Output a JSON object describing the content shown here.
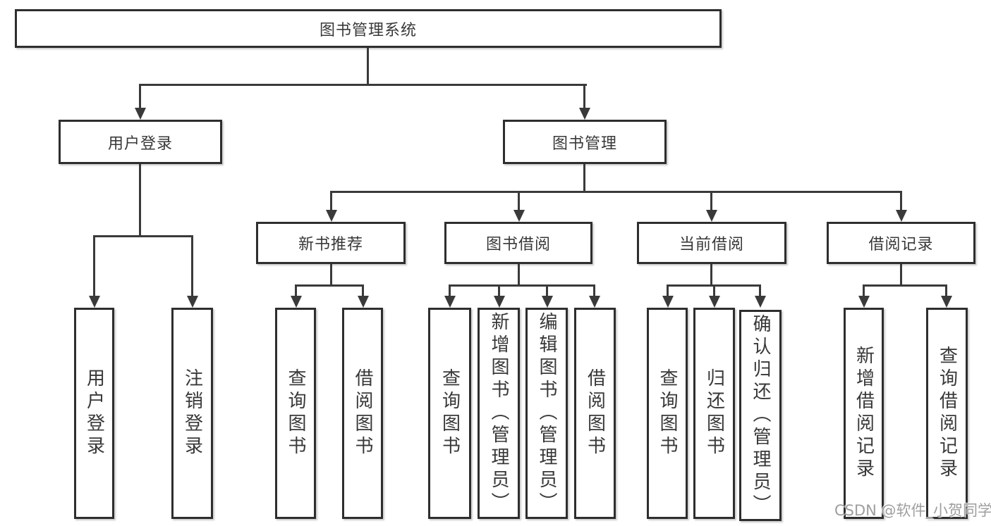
{
  "diagram": {
    "root": {
      "label": "图书管理系统",
      "children": [
        {
          "label": "用户登录",
          "children": [
            {
              "label": "用户登录"
            },
            {
              "label": "注销登录"
            }
          ]
        },
        {
          "label": "图书管理",
          "children": [
            {
              "label": "新书推荐",
              "children": [
                {
                  "label": "查询图书"
                },
                {
                  "label": "借阅图书"
                }
              ]
            },
            {
              "label": "图书借阅",
              "children": [
                {
                  "label": "查询图书"
                },
                {
                  "label": "新增图书（管理员）"
                },
                {
                  "label": "编辑图书（管理员）"
                },
                {
                  "label": "借阅图书"
                }
              ]
            },
            {
              "label": "当前借阅",
              "children": [
                {
                  "label": "查询图书"
                },
                {
                  "label": "归还图书"
                },
                {
                  "label": "确认归还（管理员）"
                }
              ]
            },
            {
              "label": "借阅记录",
              "children": [
                {
                  "label": "新增借阅记录"
                },
                {
                  "label": "查询借阅记录"
                }
              ]
            }
          ]
        }
      ]
    },
    "watermark": "CSDN @软件_小贺同学"
  },
  "colors": {
    "line": "#3a3a3a",
    "border": "#2e2e2e",
    "text": "#383838",
    "watermark": "#9e9e9e",
    "background": "#ffffff"
  }
}
